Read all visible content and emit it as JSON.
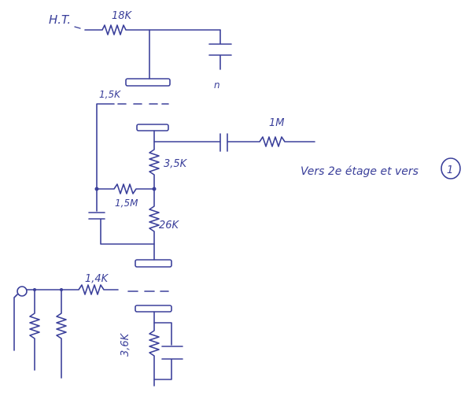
{
  "labels": {
    "ht": "H.T.",
    "r_top": "18K",
    "r_plate": "1,5K",
    "r_mid": "3,5K",
    "r_grid_leak": "1,5M",
    "r_low": "26K",
    "r_input": "1,4K",
    "r_cathode": "3,6K",
    "r_out": "1M",
    "cap_small": "n",
    "note": "Vers 2e étage et vers",
    "circled": "1"
  }
}
